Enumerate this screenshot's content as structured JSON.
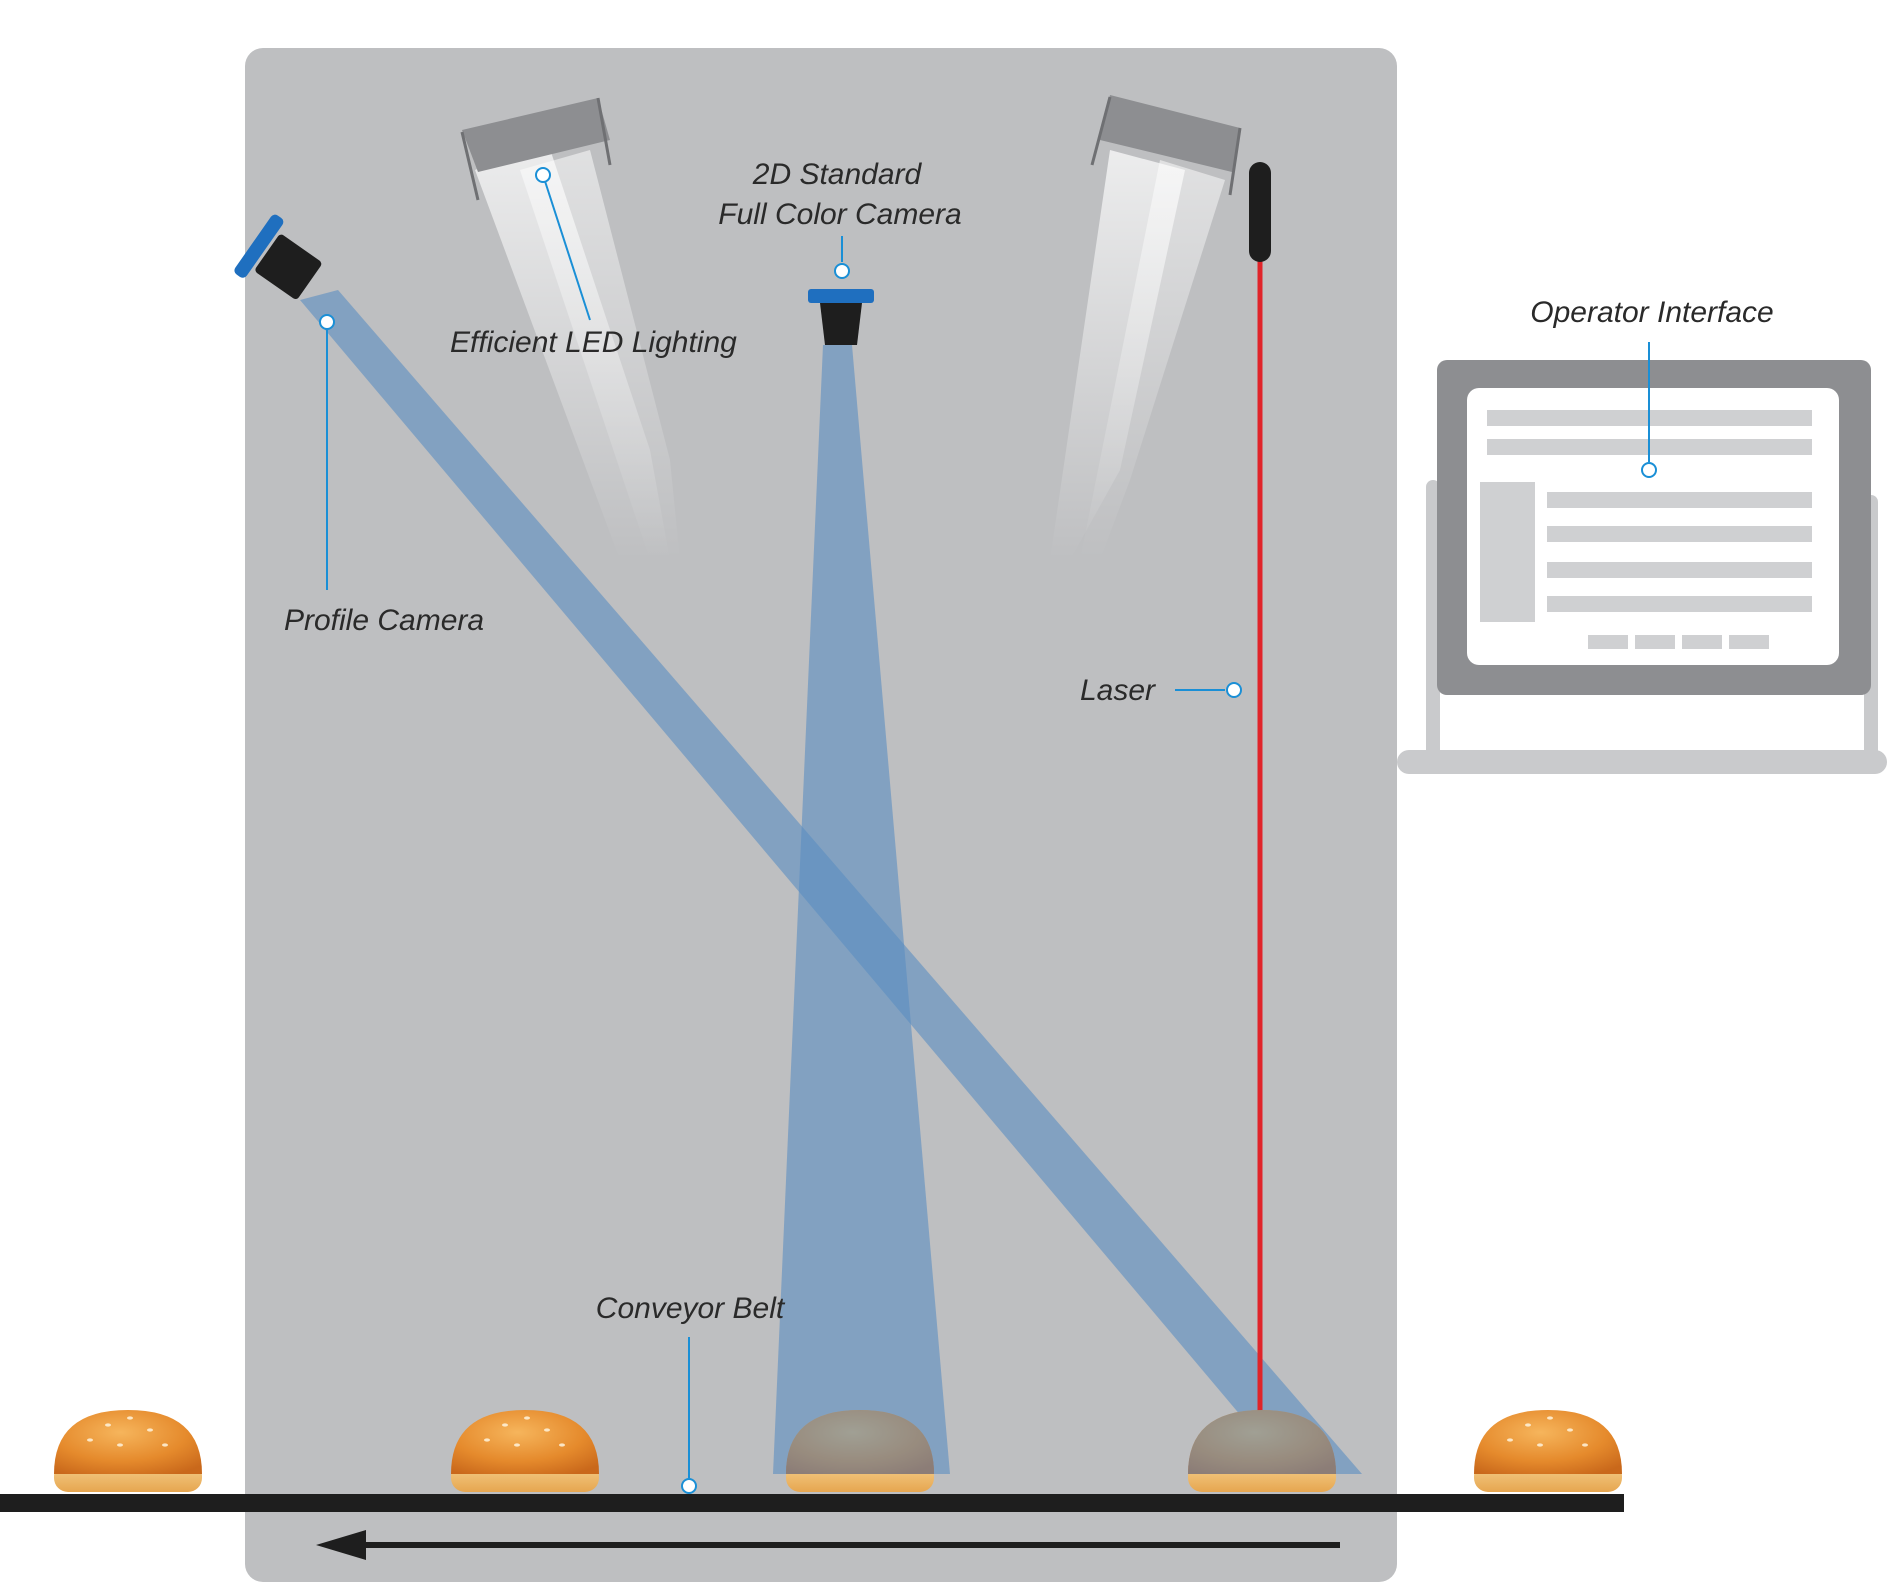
{
  "labels": {
    "led_lighting": "Efficient LED Lighting",
    "color_camera_line1": "2D Standard",
    "color_camera_line2": "Full Color Camera",
    "profile_camera": "Profile Camera",
    "laser": "Laser",
    "operator_interface": "Operator Interface",
    "conveyor_belt": "Conveyor Belt"
  },
  "colors": {
    "enclosure": "#bebfc1",
    "light_housing": "#8d8e91",
    "camera_blue": "#1f6fbf",
    "beam_blue": "#5a8ec2",
    "laser_red": "#e0242a",
    "callout": "#1a8fd6",
    "belt": "#1e1e1e",
    "bun": "#e89a3c",
    "monitor": "#8d8e91",
    "screen_line": "#cfd0d2"
  },
  "icons": {
    "direction": "arrow-left-icon",
    "bun": "burger-bun-icon"
  }
}
